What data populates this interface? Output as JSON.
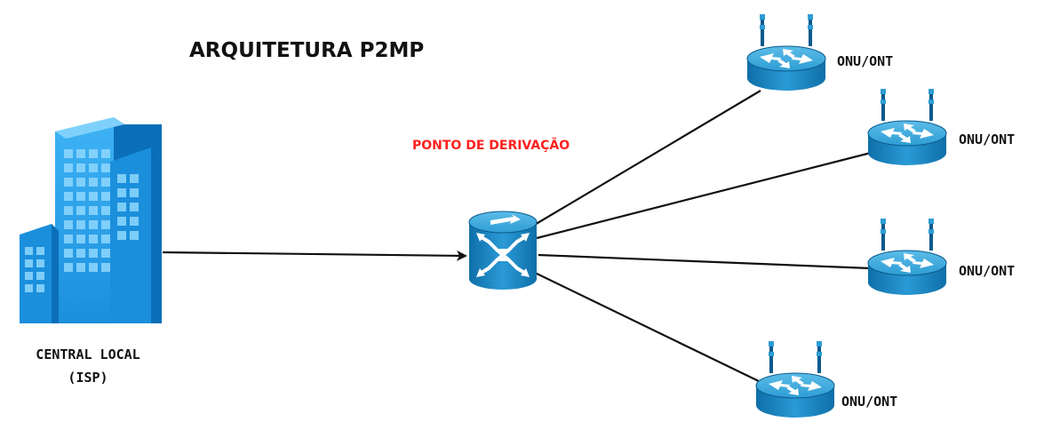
{
  "diagram": {
    "title": "ARQUITETURA P2MP",
    "central": {
      "label_line1": "CENTRAL LOCAL",
      "label_line2": "(ISP)",
      "icon": "office-building-icon"
    },
    "splitter": {
      "label": "PONTO DE DERIVAÇÃO",
      "label_color": "#ff2020",
      "icon": "optical-splitter-icon"
    },
    "onus": [
      {
        "label": "ONU/ONT",
        "icon": "wireless-router-icon"
      },
      {
        "label": "ONU/ONT",
        "icon": "wireless-router-icon"
      },
      {
        "label": "ONU/ONT",
        "icon": "wireless-router-icon"
      },
      {
        "label": "ONU/ONT",
        "icon": "wireless-router-icon"
      }
    ],
    "colors": {
      "building_front": "#1f9ae8",
      "building_side": "#0a6fb8",
      "device_blue": "#1789c6",
      "device_dark": "#0b5a8c",
      "links": "#111111"
    }
  }
}
